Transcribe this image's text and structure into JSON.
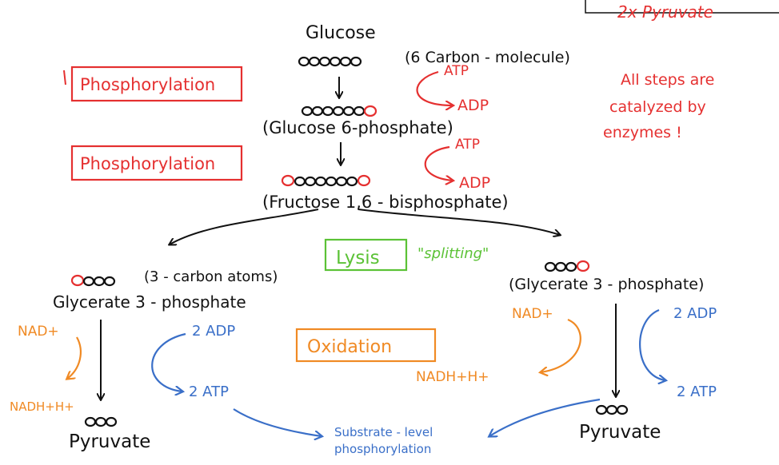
{
  "colors": {
    "black": "#111111",
    "red": "#e53030",
    "orange": "#f08a24",
    "blue": "#3a6fc8",
    "green": "#5bc236"
  },
  "top_box": {
    "text": "2x Pyruvate"
  },
  "glucose": {
    "name": "Glucose",
    "desc": "(6 Carbon - molecule)"
  },
  "step1": {
    "label": "Phosphorylation",
    "atp": "ATP",
    "adp": "ADP"
  },
  "g6p": {
    "name": "(Glucose 6-phosphate)"
  },
  "step2": {
    "label": "Phosphorylation",
    "atp": "ATP",
    "adp": "ADP"
  },
  "f16bp": {
    "name": "(Fructose 1,6 - bisphosphate)"
  },
  "note": {
    "line1": "All steps are",
    "line2": "catalyzed by",
    "line3": "enzymes !"
  },
  "lysis": {
    "label": "Lysis",
    "note": "\"splitting\""
  },
  "left_branch": {
    "carbon_note": "(3 - carbon atoms)",
    "name": "Glycerate 3 - phosphate",
    "nad": "NAD+",
    "nadh": "NADH+H+",
    "adp": "2 ADP",
    "atp": "2 ATP",
    "product": "Pyruvate"
  },
  "right_branch": {
    "name": "(Glycerate 3 - phosphate)",
    "nad": "NAD+",
    "nadh": "NADH+H+",
    "adp": "2 ADP",
    "atp": "2 ATP",
    "product": "Pyruvate"
  },
  "oxidation": {
    "label": "Oxidation"
  },
  "substrate": {
    "line1": "Substrate - level",
    "line2": "phosphorylation"
  }
}
